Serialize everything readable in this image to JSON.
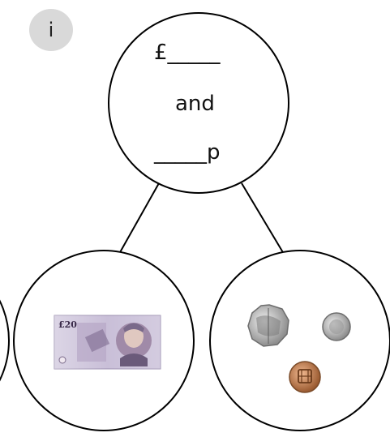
{
  "badge": "i",
  "top_circle": {
    "pounds_blank": "£_____",
    "connector_word": "and",
    "pence_blank": "_____p"
  },
  "banknote": {
    "denomination_text": "£20"
  },
  "icons": {
    "banknote": "twenty-pound-note-icon",
    "coin_large": "twenty-pence-coin-icon",
    "coin_small": "five-pence-coin-icon",
    "coin_copper": "one-penny-coin-icon"
  }
}
